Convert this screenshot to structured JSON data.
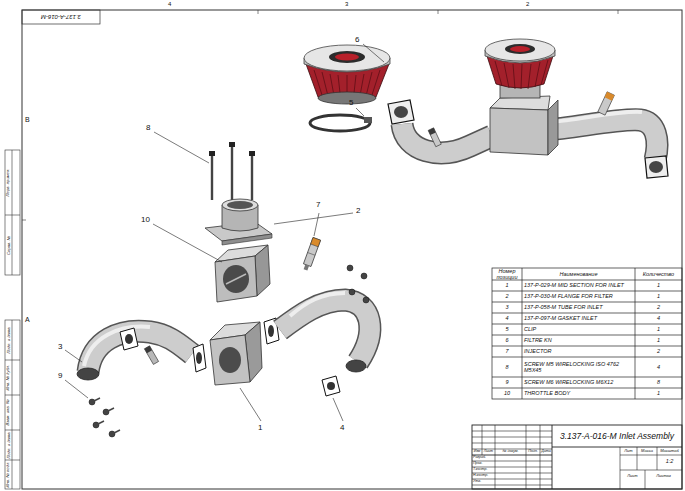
{
  "diagram": {
    "labels": [
      "3.137-A-016-M",
      "4",
      "3",
      "2",
      "B",
      "A",
      "6",
      "5",
      "8",
      "2",
      "10",
      "7",
      "3",
      "9",
      "1",
      "4",
      "Номер позиции",
      "Наименование",
      "Количество",
      "1",
      "137-P-029-M MID SECTION FOR INLET",
      "1",
      "2",
      "137-P-030-M FLANGE FOR FILTER",
      "1",
      "3",
      "137-P-058-M TUBE FOR INLET",
      "2",
      "4",
      "137-P-097-M GASKET INLET",
      "4",
      "5",
      "CLIP",
      "1",
      "6",
      "FILTRE KN",
      "1",
      "7",
      "INJECTOR",
      "2",
      "8",
      "SCREW M5 WIRELOCKING ISO 4762 M5X45",
      "4",
      "9",
      "SCREW M6 WIRELOCKING M6X12",
      "8",
      "10",
      "THROTTLE BODY",
      "1",
      "3.137-A-016-M Inlet Assembly",
      "Лит",
      "Масса",
      "Масштаб",
      "1:2",
      "Лист",
      "Листов",
      "Изм",
      "Лист",
      "№ докум.",
      "Подп.",
      "Дата",
      "Разраб.",
      "Пров.",
      "Т.контр.",
      "Н.контр.",
      "Утв.",
      "Перв. примен.",
      "Справ. №",
      "Подп. и дата",
      "Инв. № дубл.",
      "Взам. инв. №",
      "Подп. и дата",
      "Инв. № подл."
    ]
  }
}
